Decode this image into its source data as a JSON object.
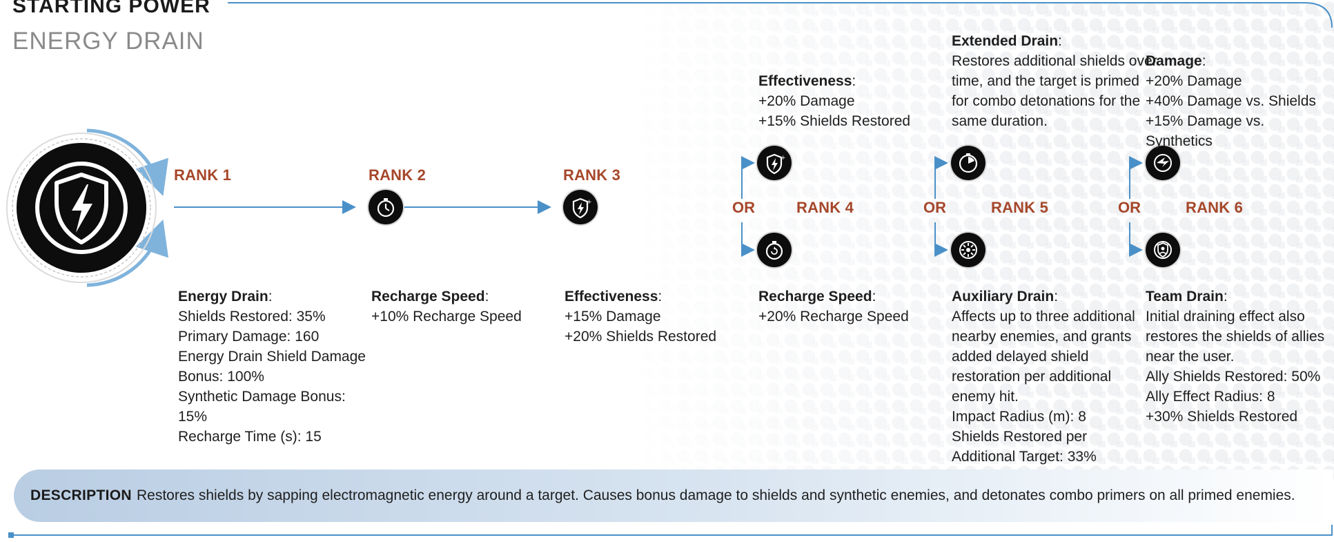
{
  "header": {
    "title": "STARTING POWER",
    "power_name": "ENERGY DRAIN"
  },
  "colors": {
    "rank_text": "#a6472a",
    "connector": "#4a90c8",
    "node_bg": "#0d0d0d",
    "desc_bar_start": "#b9cde3"
  },
  "main_icon": {
    "icon": "energy-drain-shield-bolt-icon"
  },
  "ranks": {
    "r1": {
      "label": "RANK 1",
      "title": "Energy Drain",
      "lines": [
        "Shields Restored: 35%",
        "Primary Damage: 160",
        "Energy Drain Shield Damage",
        "Bonus: 100%",
        "Synthetic Damage Bonus:",
        "15%",
        "Recharge Time (s): 15"
      ]
    },
    "r2": {
      "label": "RANK 2",
      "icon": "stopwatch-icon",
      "title": "Recharge Speed",
      "lines": [
        "+10% Recharge Speed"
      ]
    },
    "r3": {
      "label": "RANK 3",
      "icon": "shield-bolt-plus-icon",
      "title": "Effectiveness",
      "lines": [
        "+15% Damage",
        "+20% Shields Restored"
      ]
    },
    "r4": {
      "label": "RANK 4",
      "or": "OR",
      "top": {
        "icon": "shield-bolt-plus-icon",
        "title": "Effectiveness",
        "lines": [
          "+20% Damage",
          "+15% Shields Restored"
        ]
      },
      "bottom": {
        "icon": "stopwatch-refresh-icon",
        "title": "Recharge Speed",
        "lines": [
          "+20% Recharge Speed"
        ]
      }
    },
    "r5": {
      "label": "RANK 5",
      "or": "OR",
      "top": {
        "icon": "timer-icon",
        "title": "Extended Drain",
        "lines": [
          "Restores additional shields over",
          "time, and the target is primed",
          "for combo detonations for the",
          "same duration."
        ]
      },
      "bottom": {
        "icon": "radial-burst-icon",
        "title": "Auxiliary Drain",
        "lines": [
          "Affects up to three additional",
          "nearby enemies, and grants",
          "added delayed shield",
          "restoration per additional",
          "enemy hit.",
          "Impact Radius (m): 8",
          "Shields Restored per",
          "Additional Target: 33%"
        ]
      }
    },
    "r6": {
      "label": "RANK 6",
      "or": "OR",
      "top": {
        "icon": "damage-burst-icon",
        "title": "Damage",
        "lines": [
          "+20% Damage",
          "+40% Damage vs. Shields",
          "+15% Damage vs. Synthetics"
        ]
      },
      "bottom": {
        "icon": "team-shield-icon",
        "title": "Team Drain",
        "lines": [
          "Initial draining effect also",
          "restores the shields of allies",
          "near the user.",
          "Ally Shields Restored: 50%",
          "Ally Effect Radius: 8",
          "+30% Shields Restored"
        ]
      }
    }
  },
  "description": {
    "label": "DESCRIPTION",
    "text": "Restores shields by sapping electromagnetic energy around a target. Causes bonus damage to shields and synthetic enemies, and detonates combo primers on all primed enemies."
  }
}
